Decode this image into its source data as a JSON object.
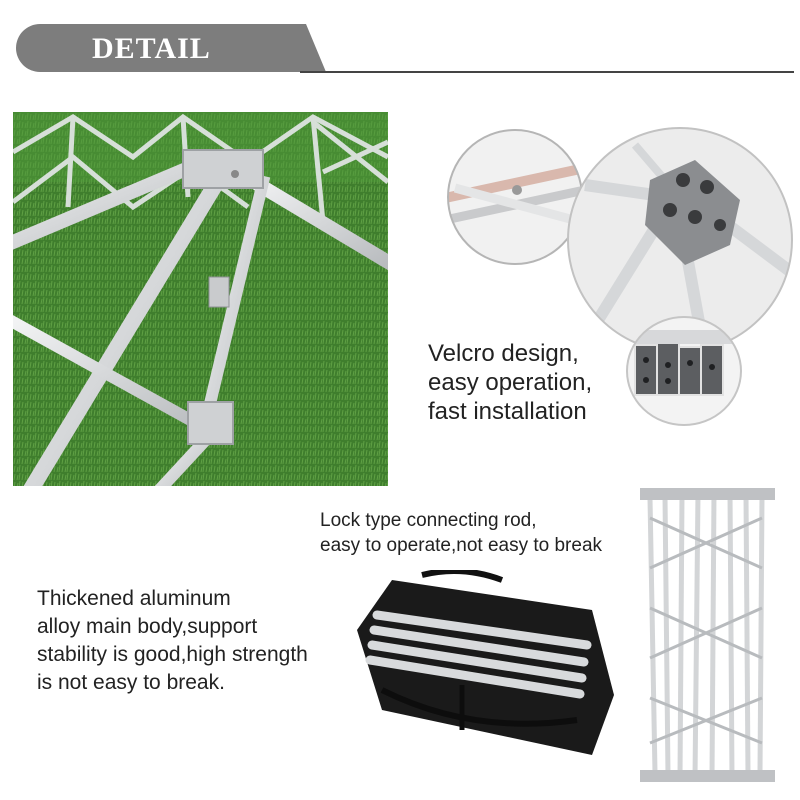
{
  "header": {
    "title": "DETAIL"
  },
  "captions": {
    "velcro": [
      "Velcro design,",
      "easy operation,",
      "fast installation"
    ],
    "lock": [
      "Lock type connecting rod,",
      "easy to operate,not easy to break"
    ],
    "aluminum": [
      "Thickened aluminum",
      "alloy main body,support",
      "stability is good,high strength",
      "is not easy to break."
    ]
  },
  "colors": {
    "header_bg": "#7d7d7d",
    "header_text": "#ffffff",
    "grass": "#3e7d2c",
    "frame_silver": "#d8dadc",
    "bag_black": "#1a1a1a"
  }
}
